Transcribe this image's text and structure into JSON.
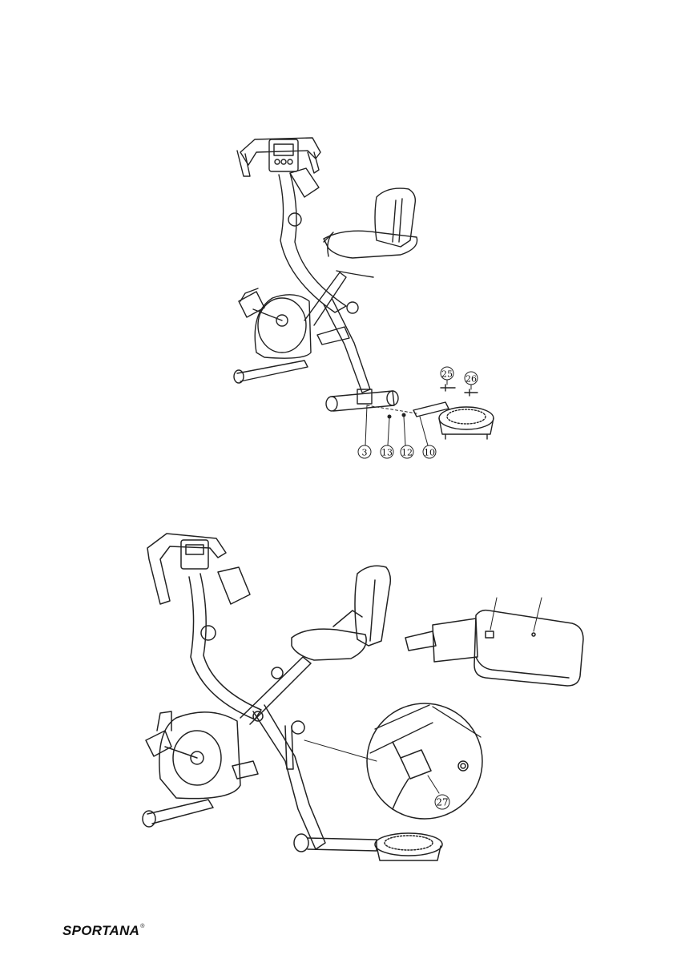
{
  "figure1": {
    "callouts": [
      "25",
      "26",
      "3",
      "13",
      "12",
      "10"
    ]
  },
  "figure2": {
    "callouts": [
      "27"
    ]
  },
  "footer": {
    "brand": "SPORTANA",
    "mark": "®"
  }
}
